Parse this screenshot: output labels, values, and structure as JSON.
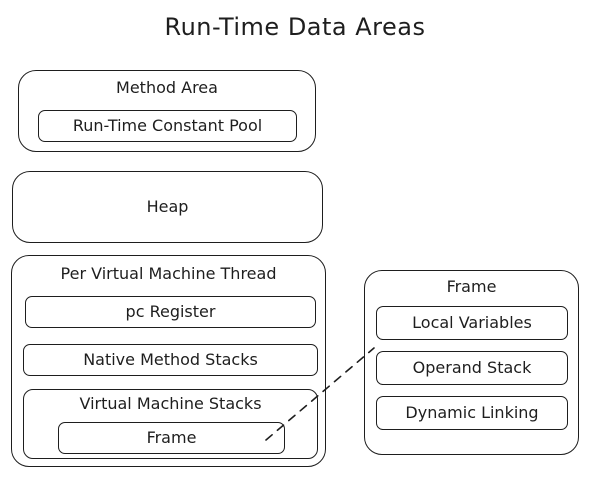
{
  "title": "Run-Time Data Areas",
  "method_area": {
    "label": "Method Area",
    "constant_pool_label": "Run-Time Constant Pool"
  },
  "heap": {
    "label": "Heap"
  },
  "thread": {
    "label": "Per Virtual Machine Thread",
    "pc_register_label": "pc Register",
    "native_stacks_label": "Native Method Stacks",
    "vm_stacks": {
      "label": "Virtual Machine Stacks",
      "frame_label": "Frame"
    }
  },
  "frame_detail": {
    "label": "Frame",
    "items": [
      {
        "label": "Local Variables"
      },
      {
        "label": "Operand Stack"
      },
      {
        "label": "Dynamic Linking"
      }
    ]
  }
}
